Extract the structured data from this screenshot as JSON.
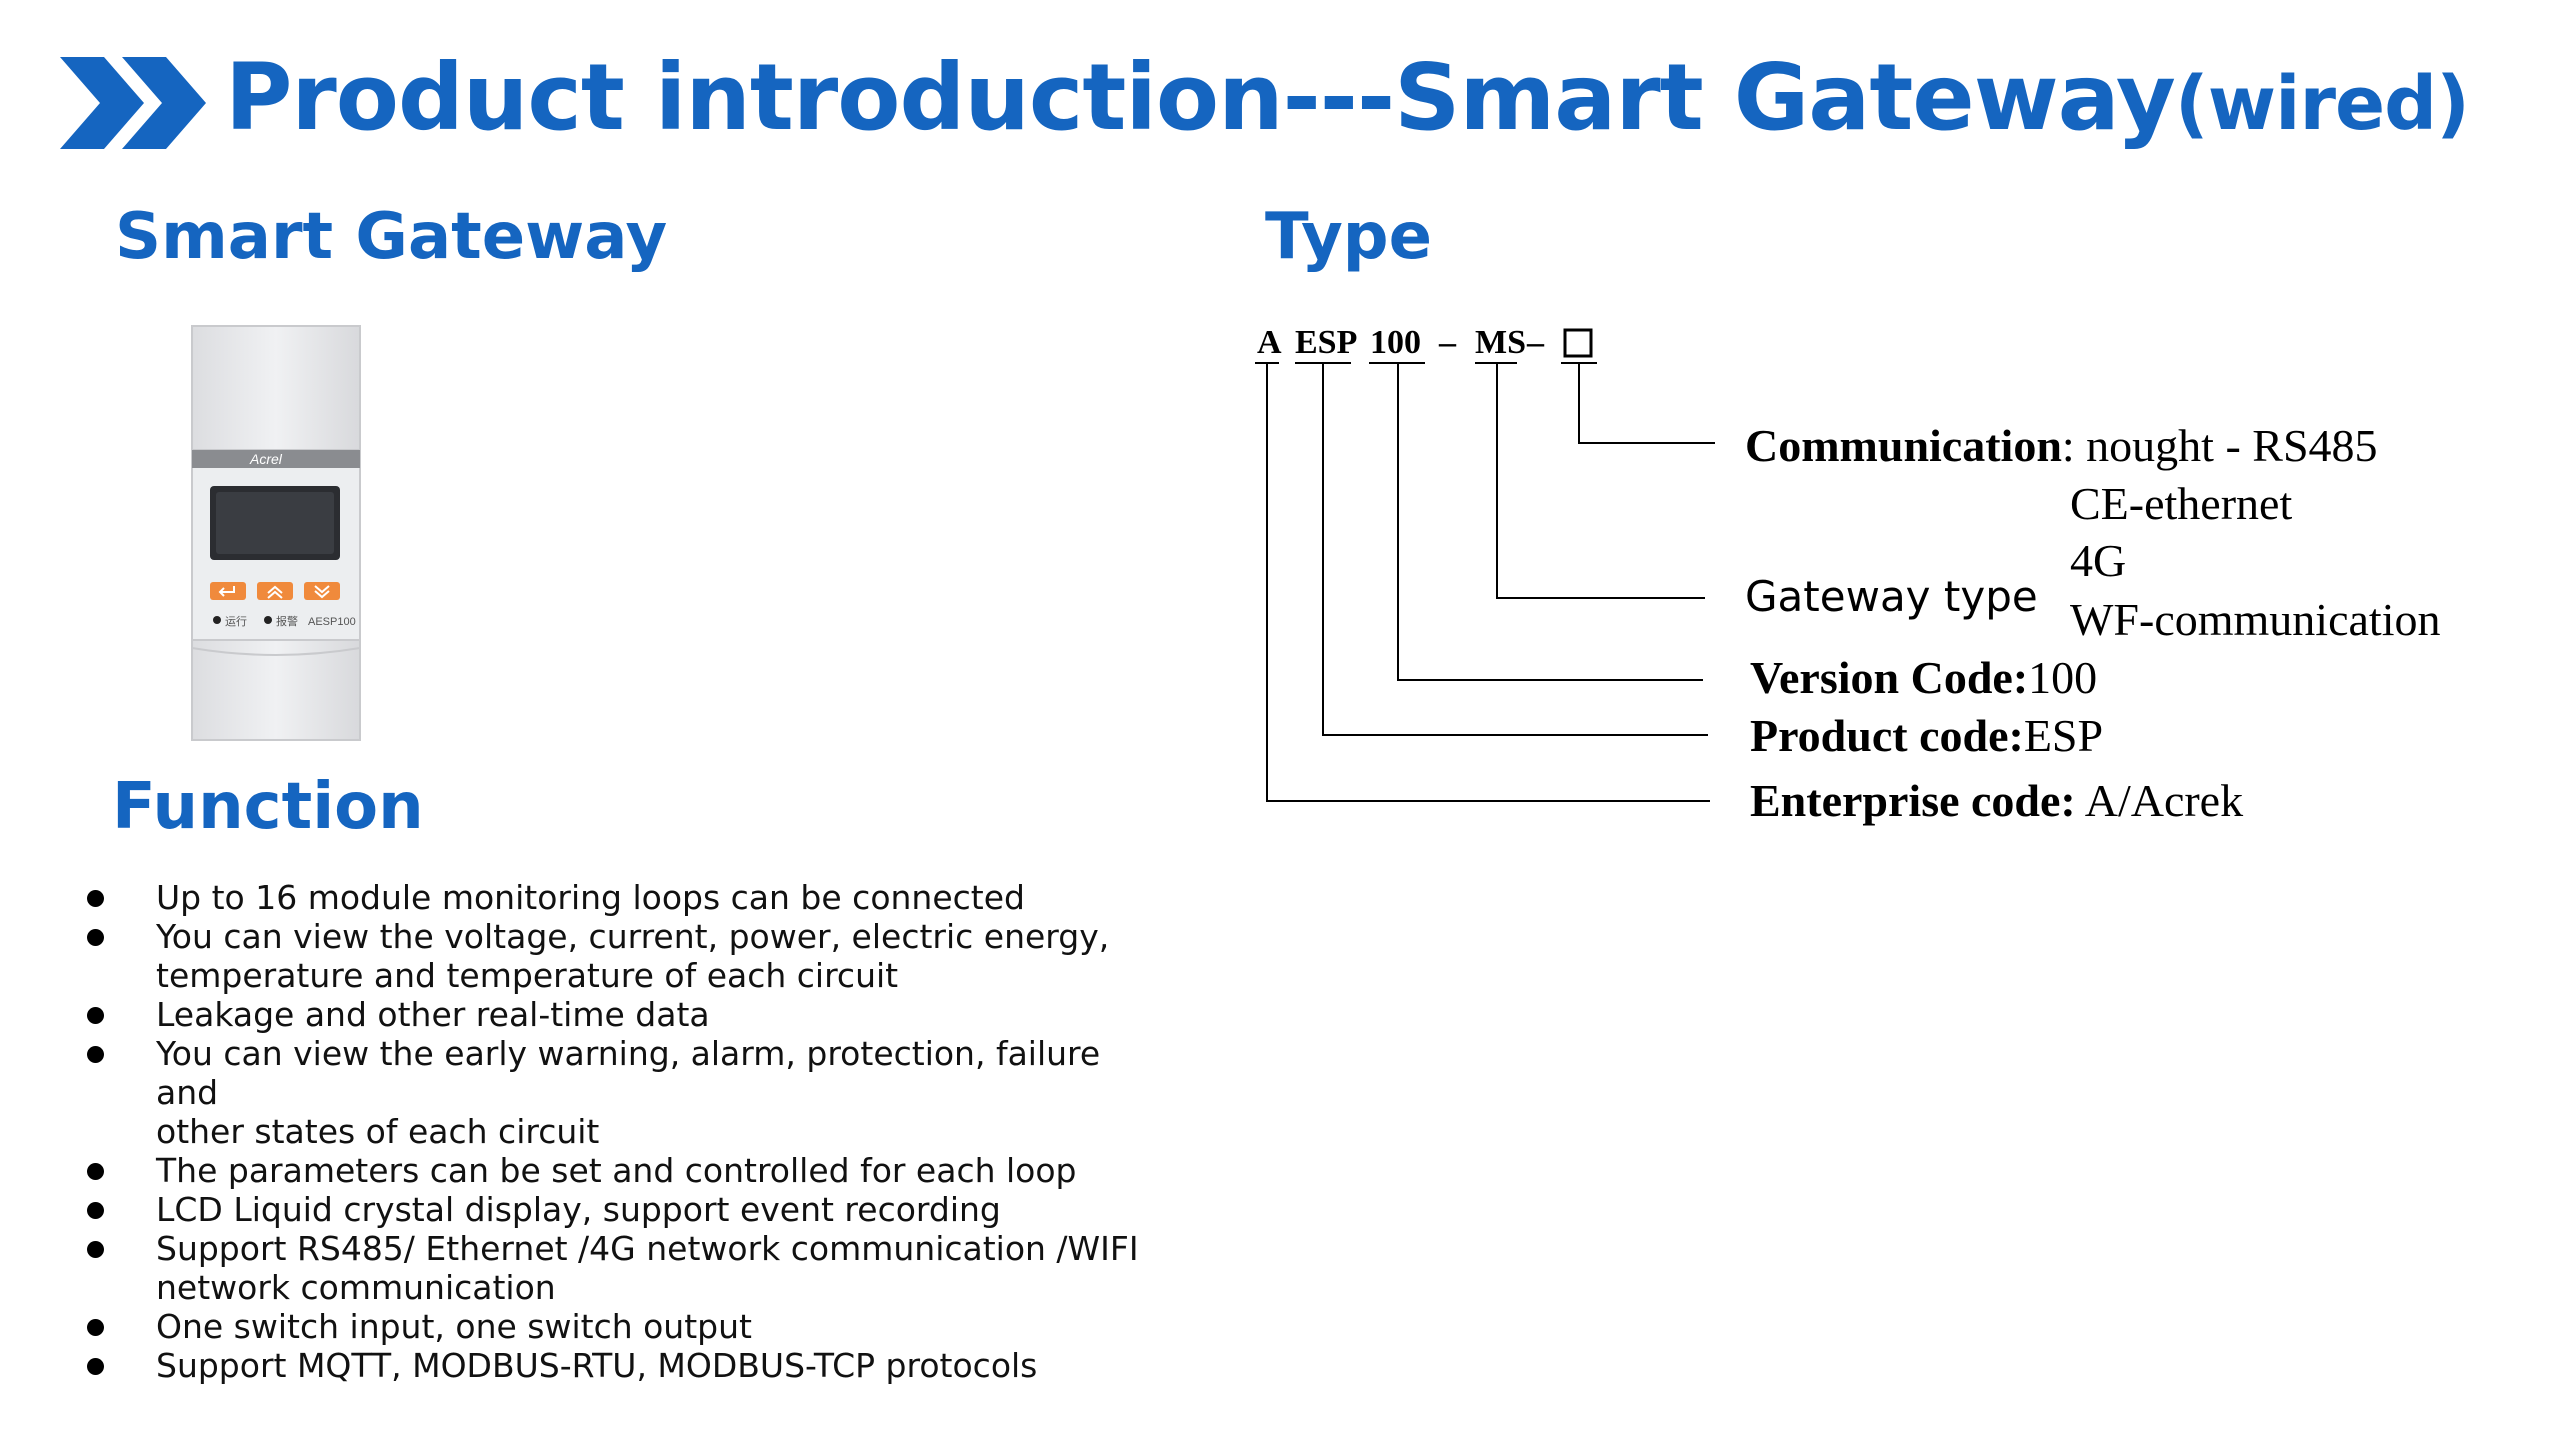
{
  "header": {
    "title_main": "Product introduction---Smart Gateway",
    "title_suffix": "(wired)",
    "accent_color": "#1565c0"
  },
  "sections": {
    "smart_gateway": "Smart Gateway",
    "type": "Type",
    "function": "Function"
  },
  "device": {
    "brand": "Acrel",
    "model": "AESP100",
    "indicator_run": "运行",
    "indicator_alarm": "报警",
    "buttons": [
      "enter-icon",
      "up-chevron-icon",
      "down-chevron-icon"
    ],
    "body_color": "#e9eaec",
    "button_color": "#f08a3c"
  },
  "functions": [
    {
      "lines": [
        "Up to 16 module monitoring loops can be connected"
      ]
    },
    {
      "lines": [
        "You can view the voltage, current, power, electric energy,",
        "temperature and temperature of each circuit"
      ]
    },
    {
      "lines": [
        "Leakage and other real-time data"
      ]
    },
    {
      "lines": [
        "You can view the early warning, alarm, protection, failure and",
        "other states of each circuit"
      ]
    },
    {
      "lines": [
        "The parameters can be set and controlled for each loop"
      ]
    },
    {
      "lines": [
        "LCD Liquid crystal display, support event recording"
      ]
    },
    {
      "lines": [
        "Support RS485/ Ethernet /4G network communication /WIFI",
        "network communication"
      ]
    },
    {
      "lines": [
        "One switch input, one switch output"
      ]
    },
    {
      "lines": [
        "Support MQTT, MODBUS-RTU, MODBUS-TCP protocols"
      ]
    }
  ],
  "type_code": {
    "parts": {
      "enterprise": "A",
      "product": "ESP",
      "version": "100",
      "type": "MS",
      "dash": "–",
      "comm_box": "□"
    },
    "communication": {
      "label": "Communication",
      "options": [
        ": nought - RS485",
        "CE-ethernet",
        "4G",
        "WF-communication"
      ]
    },
    "gateway_type": {
      "label": "Gateway type"
    },
    "version_code": {
      "label": "Version Code:",
      "value": "100"
    },
    "product_code": {
      "label": "Product code:",
      "value": "ESP"
    },
    "enterprise_code": {
      "label": "Enterprise code:",
      "value": " A/Acrek"
    }
  }
}
